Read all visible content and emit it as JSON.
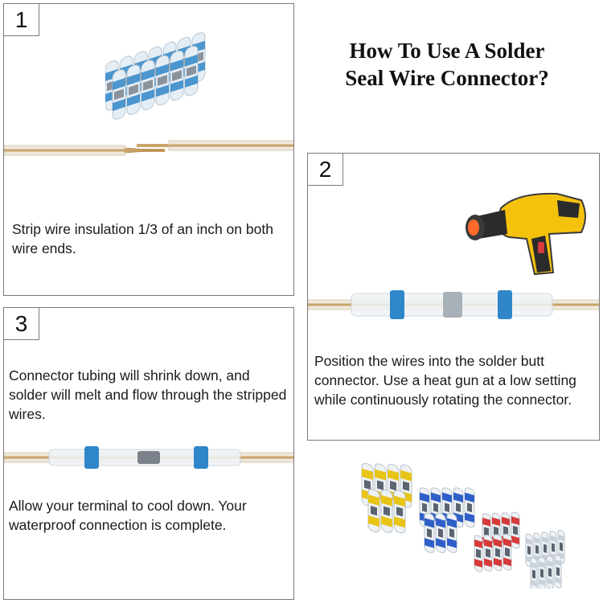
{
  "title_lines": [
    "How To Use A Solder",
    "Seal Wire Connector?"
  ],
  "steps": [
    {
      "number": "1",
      "text": "Strip wire insulation 1/3 of an inch on both wire ends."
    },
    {
      "number": "2",
      "text": "Position the wires into the solder butt connector. Use a heat gun at a low setting while continuously rotating the connector."
    },
    {
      "number": "3",
      "text": "Connector tubing will shrink down, and solder will melt and flow through the stripped wires.",
      "text2": "Allow your terminal to cool down. Your waterproof connection is complete."
    }
  ],
  "icons": {
    "connector_bundle": "blue-connector-bundle-icon",
    "heat_gun": "heat-gun-icon",
    "assorted_kit": "assorted-connector-kit-icon"
  },
  "colors": {
    "connector_blue": "#2f86c8",
    "connector_yellow": "#e8c417",
    "connector_red": "#d63a3a",
    "copper_wire": "#c9a36a",
    "heat_gun_yellow": "#f4c20d"
  }
}
